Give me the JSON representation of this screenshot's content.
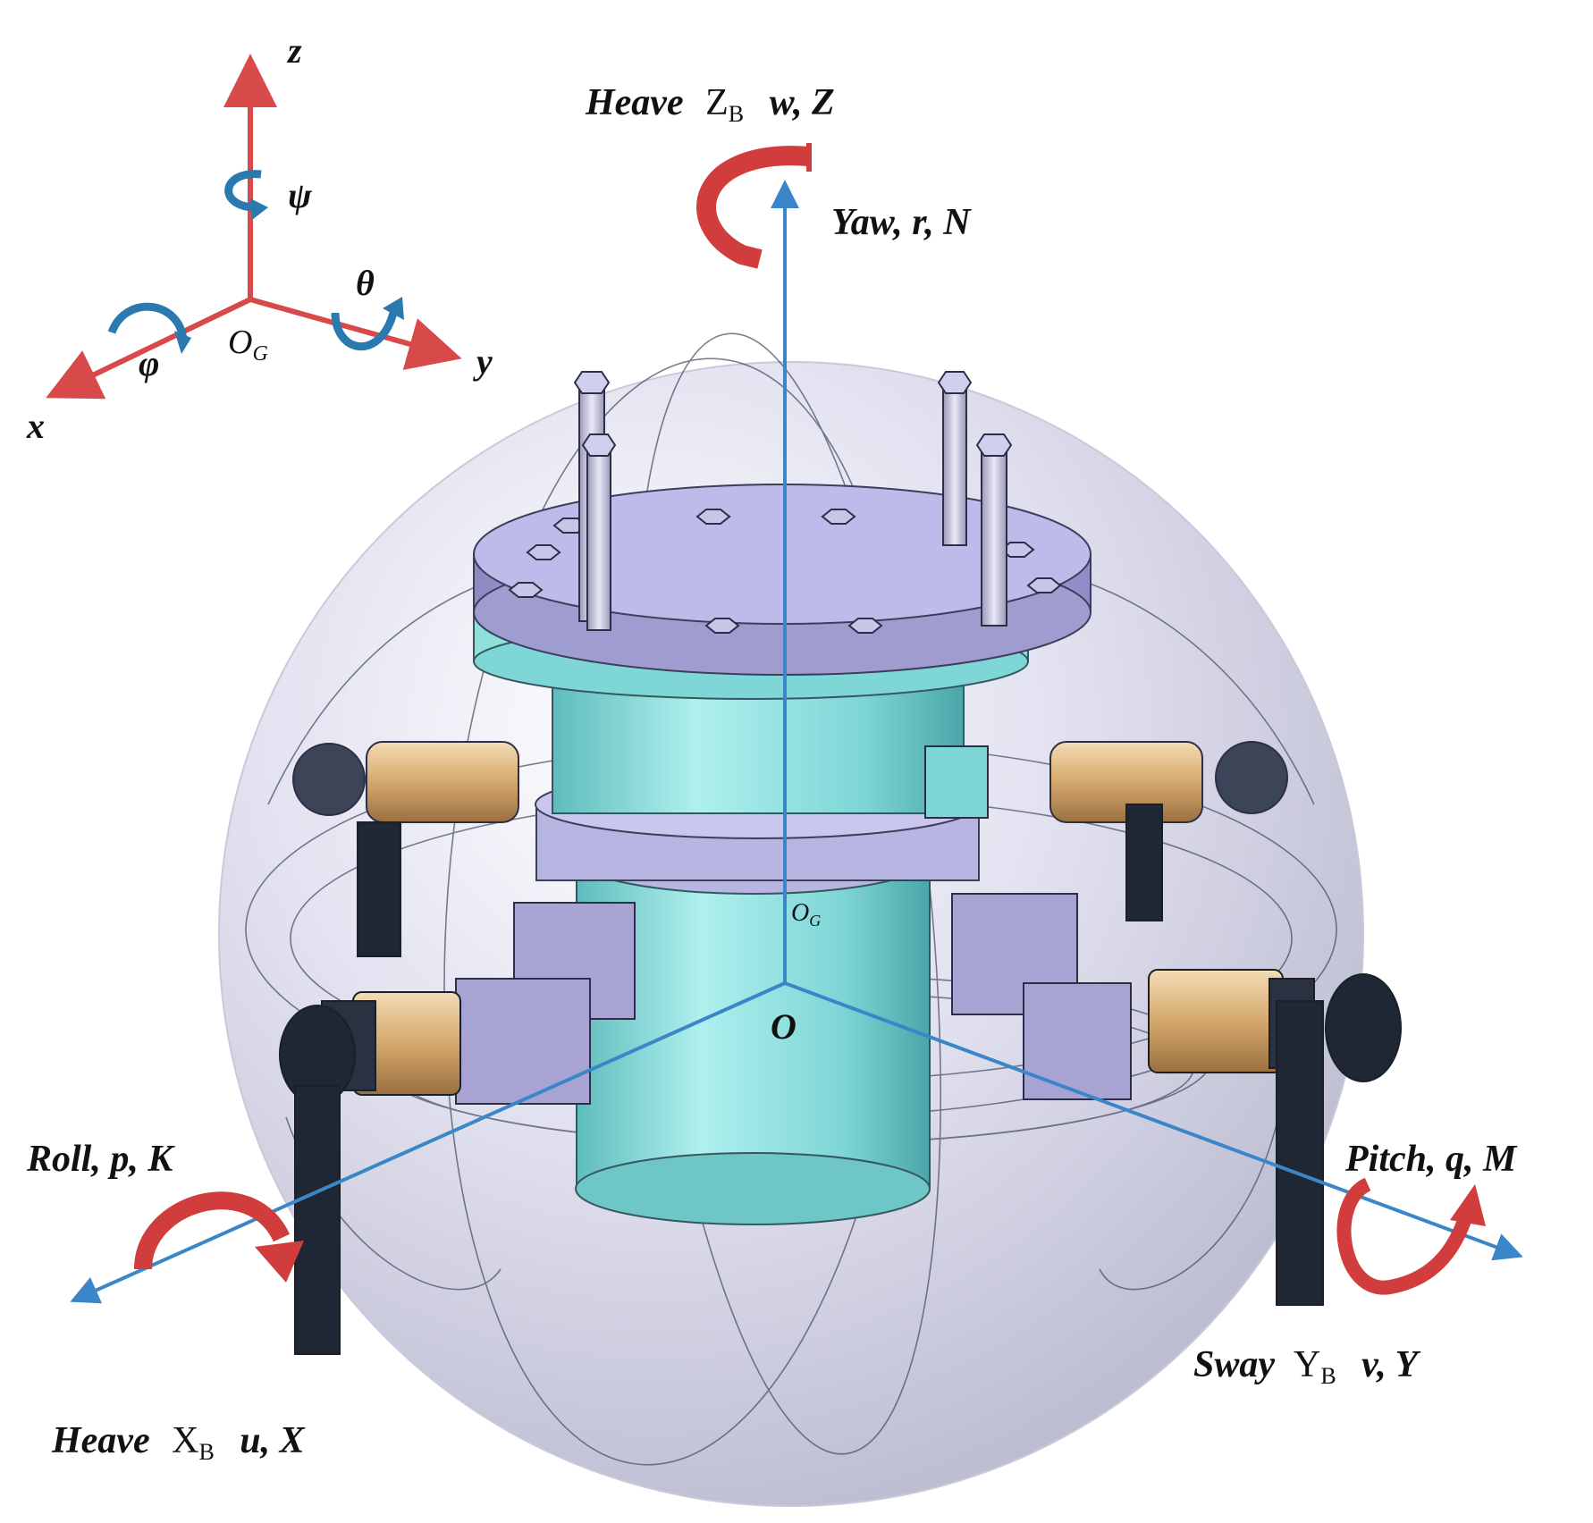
{
  "colors": {
    "global_axis": "#d8494a",
    "rotation_arrow": "#2a7ab0",
    "body_axis": "#3b86c8",
    "moment_arrow": "#d13c3c",
    "hull_sphere": "#dcdcec",
    "cylinder": "#7fd6d6",
    "top_plate": "#a9a6d8",
    "thruster_motor": "#d8b888",
    "thruster_mount": "#1e2733"
  },
  "global_frame": {
    "z": "z",
    "x": "x",
    "y": "y",
    "origin": "O",
    "origin_sub": "G",
    "psi": "ψ",
    "theta": "θ",
    "phi": "φ"
  },
  "labels": {
    "heave_z": {
      "name": "Heave",
      "axis": "Z",
      "axis_sub": "B",
      "vars": "w, Z"
    },
    "yaw": "Yaw, r, N",
    "roll": "Roll, p, K",
    "pitch": "Pitch, q, M",
    "sway": {
      "name": "Sway",
      "axis": "Y",
      "axis_sub": "B",
      "vars": "v, Y"
    },
    "heave_x": {
      "name": "Heave",
      "axis": "X",
      "axis_sub": "B",
      "vars": "u, X"
    },
    "center_o": "O",
    "center_og": "O",
    "center_og_sub": "G"
  }
}
